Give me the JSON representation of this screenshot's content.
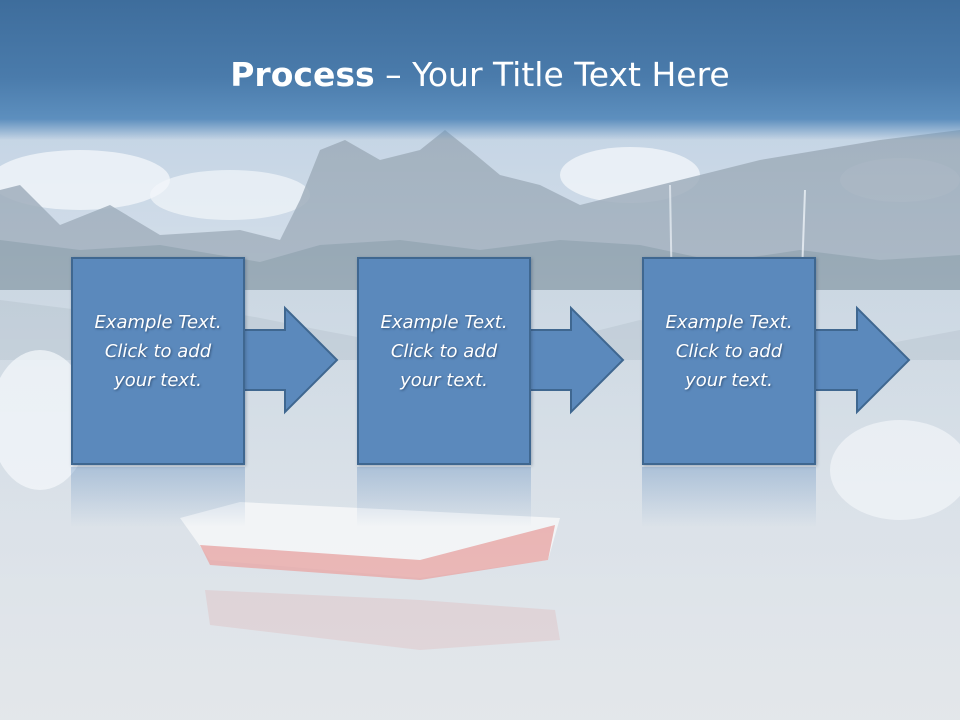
{
  "title": {
    "bold": "Process",
    "rest": " – Your Title Text Here"
  },
  "steps": [
    {
      "line1": "Example Text.",
      "line2": "Click  to add",
      "line3": "your text."
    },
    {
      "line1": "Example Text.",
      "line2": "Click  to add",
      "line3": "your text."
    },
    {
      "line1": "Example Text.",
      "line2": "Click  to add",
      "line3": "your text."
    }
  ],
  "colors": {
    "title_band": "#4a7bab",
    "step_fill": "#5b89bc",
    "step_border": "#3f6790"
  }
}
